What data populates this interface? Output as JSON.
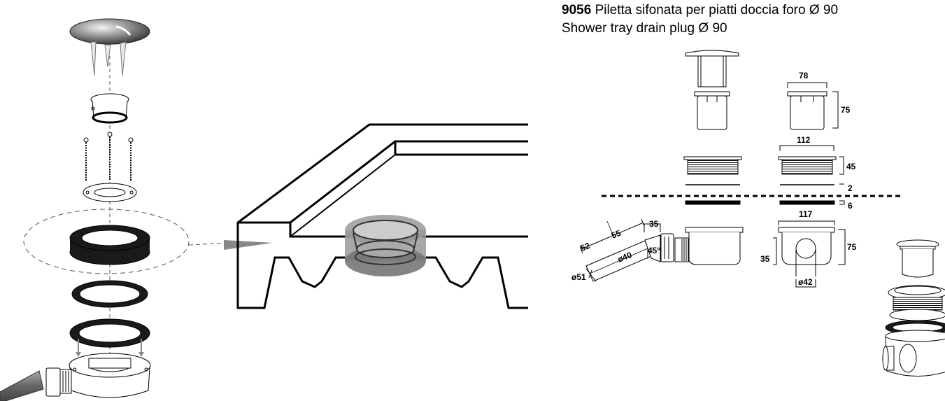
{
  "header": {
    "code": "9056",
    "title_it": "Piletta sifonata per piatti doccia foro Ø 90",
    "title_en": "Shower tray drain plug Ø 90"
  },
  "dimensions": {
    "cap_width": "78",
    "cap_height": "75",
    "thread_width": "112",
    "thread_height": "45",
    "gasket_top": "2",
    "gasket_bottom": "6",
    "body_width": "117",
    "body_height": "75",
    "outlet_height": "35",
    "outlet_diameter": "ø42",
    "pipe_len_a": "52",
    "pipe_len_b": "55",
    "pipe_offset": "35",
    "pipe_angle": "45°",
    "pipe_d_inner": "ø40",
    "pipe_d_outer": "ø51"
  },
  "colors": {
    "line": "#000000",
    "gasket": "#1a1a1a",
    "highlight": "#777777",
    "arrow": "#888888"
  }
}
